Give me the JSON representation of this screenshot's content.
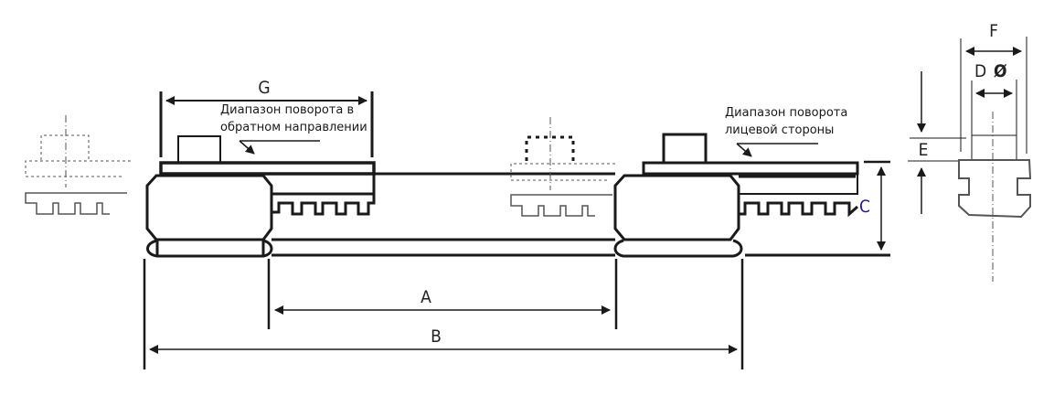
{
  "diagram": {
    "dimensions": {
      "a": "A",
      "b": "B",
      "c": "C",
      "d": "D",
      "diameter_symbol": "Ø",
      "e": "E",
      "f": "F",
      "g": "G"
    },
    "notes": {
      "reverse_line1": "Диапазон поворота в",
      "reverse_line2": "обратном направлении",
      "front_line1": "Диапазон поворота",
      "front_line2": "лицевой стороны"
    },
    "colors": {
      "line": "#1a1a1a",
      "label_g": "#222222",
      "label_c": "#1a1aa0"
    }
  }
}
